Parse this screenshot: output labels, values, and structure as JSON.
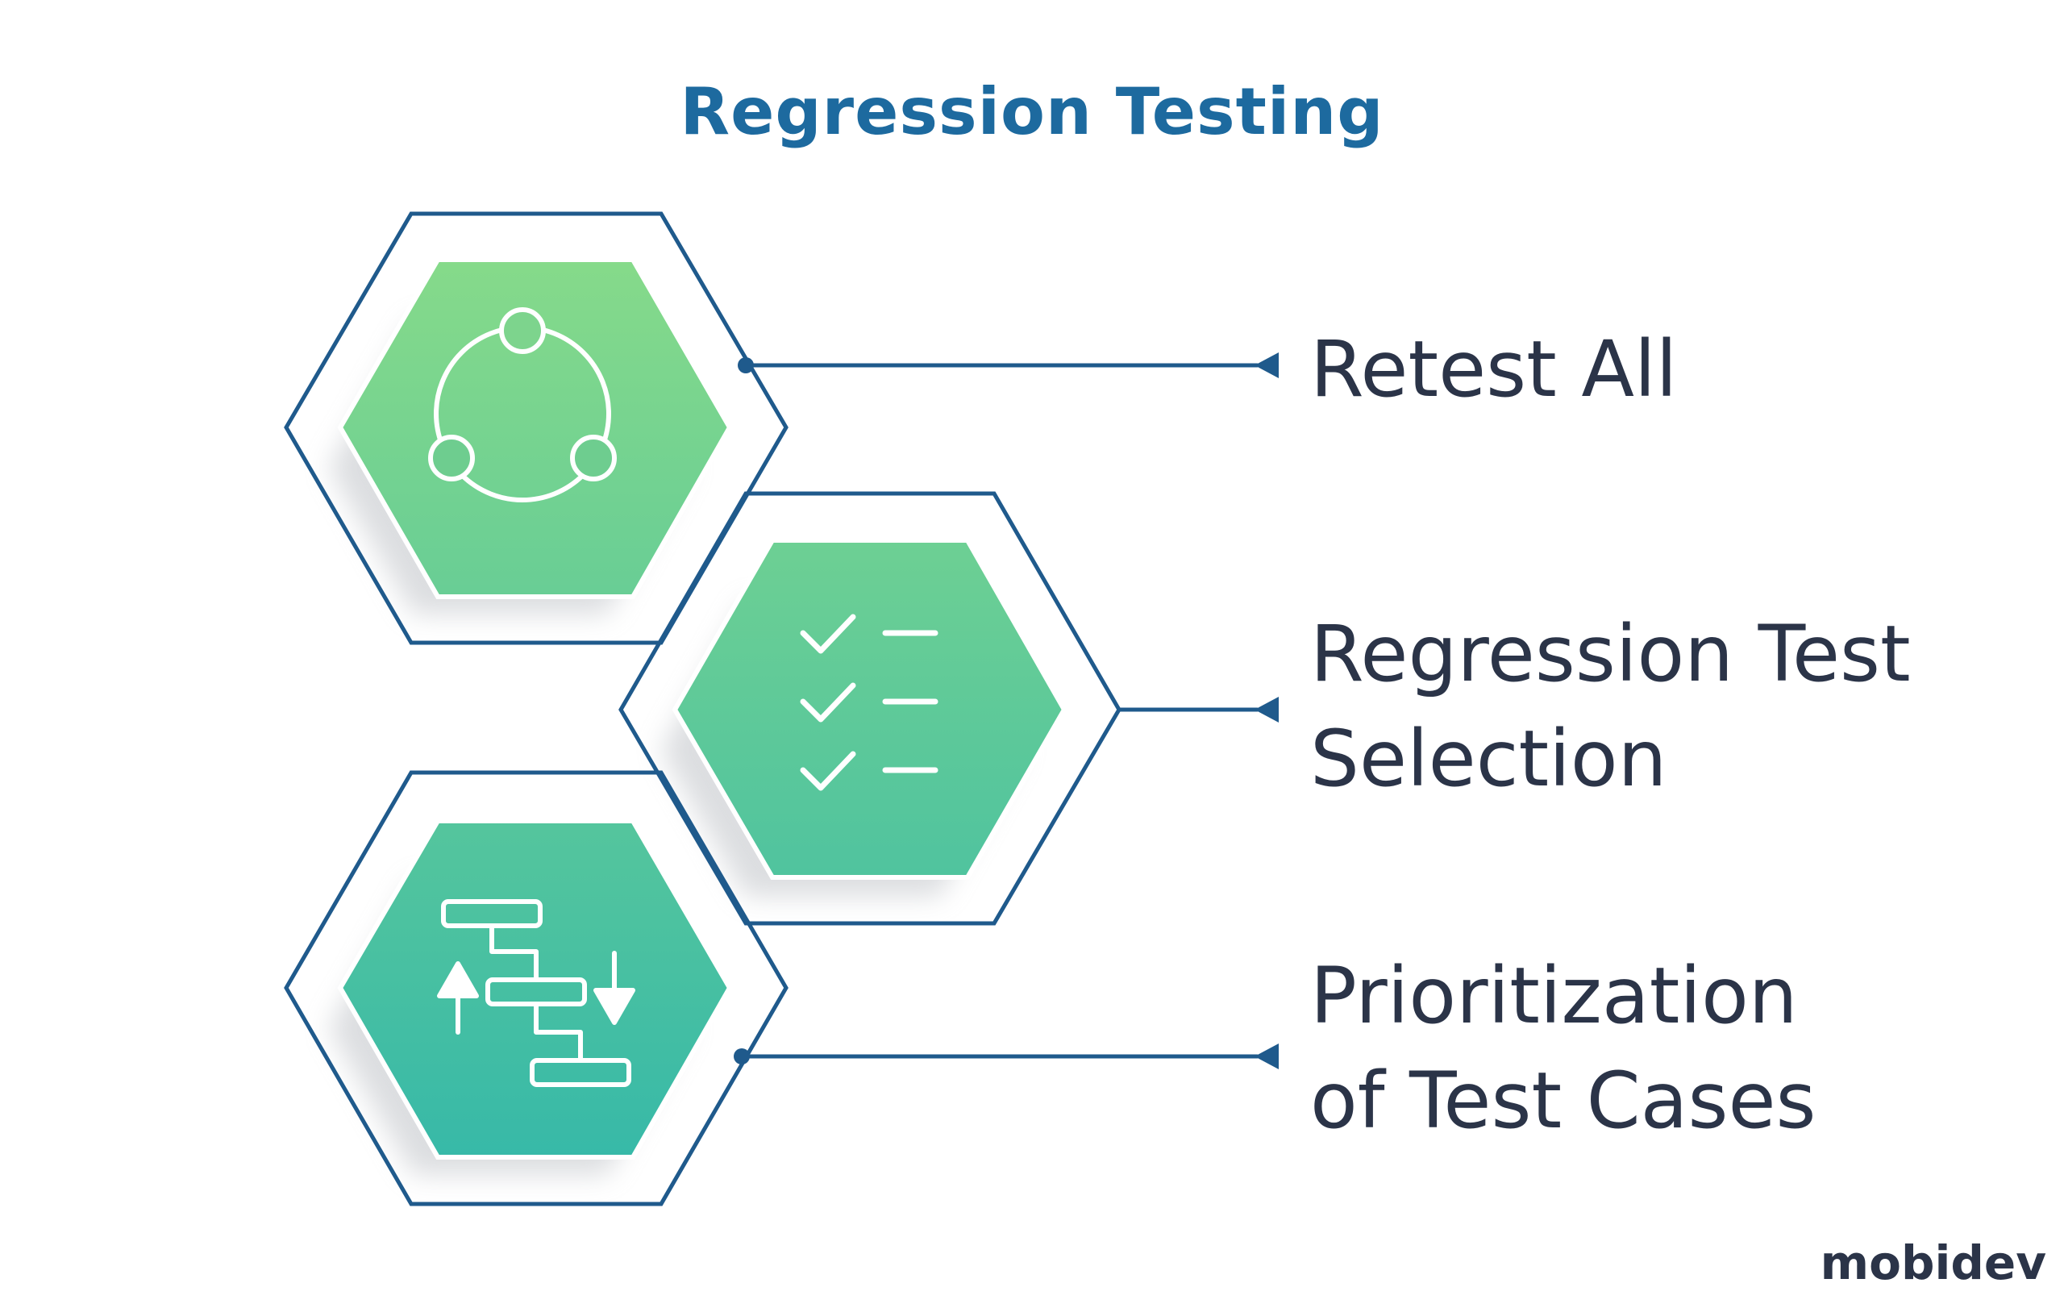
{
  "title": "Regression Testing",
  "items": [
    {
      "lines": [
        "Retest All"
      ],
      "icon": "cycle-nodes-icon"
    },
    {
      "lines": [
        "Regression Test",
        "Selection"
      ],
      "icon": "checklist-icon"
    },
    {
      "lines": [
        "Prioritization",
        "of Test Cases"
      ],
      "icon": "flowchart-priority-icon"
    }
  ],
  "logo": "mobidev",
  "colors": {
    "title": "#1d6a9f",
    "outline": "#1f5a8c",
    "text": "#2b3448",
    "gradient_top": "#86da8a",
    "gradient_bottom": "#37b9a8"
  }
}
